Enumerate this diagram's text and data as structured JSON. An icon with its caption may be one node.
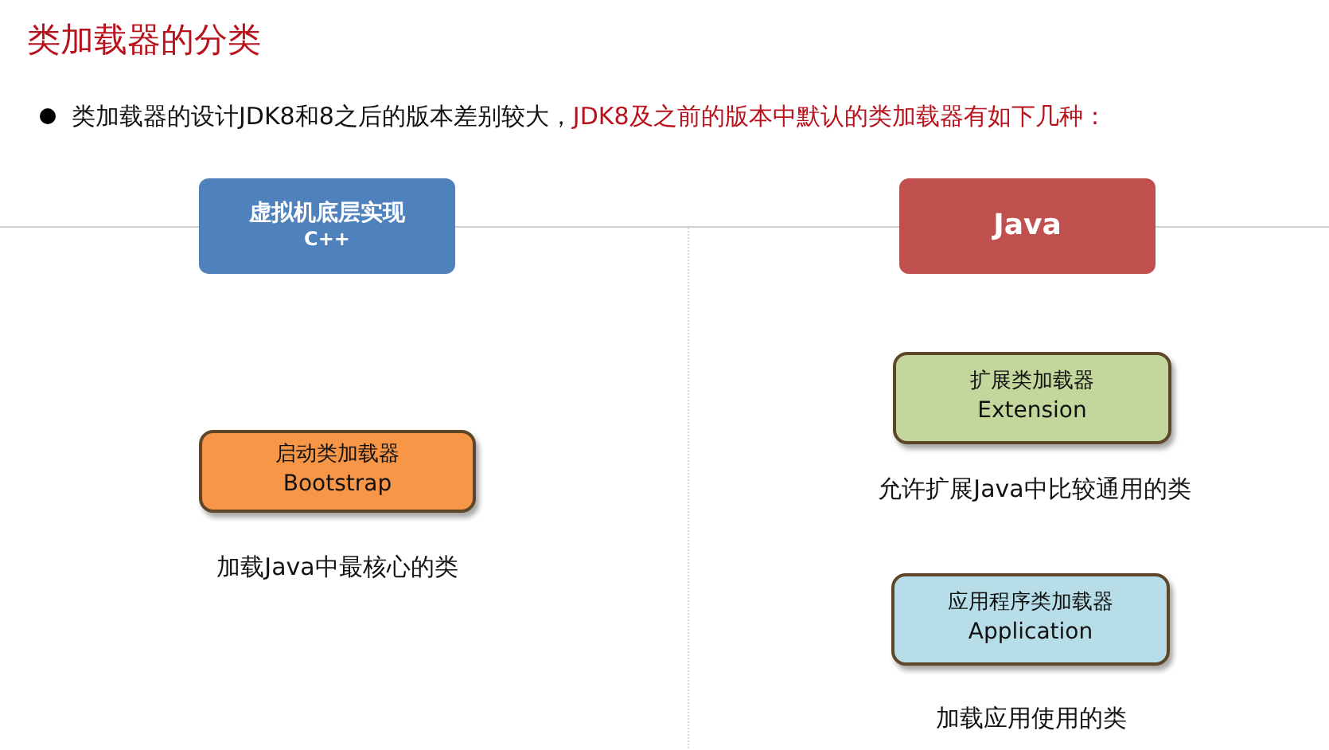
{
  "diagram": {
    "title": "类加载器的分类",
    "nodes": [
      {
        "text": [
          "虚拟机底层实现",
          "C++"
        ]
      },
      {
        "text": [
          "Java"
        ]
      },
      {
        "text": [
          "启动类加载器",
          "Bootstrap"
        ],
        "beside": [
          "加载Java中最核心的类"
        ]
      },
      {
        "text": [
          "扩展类加载器",
          "Extension"
        ],
        "beside": [
          "允许扩展Java中比较通用的类"
        ]
      },
      {
        "text": [
          "应用程序类加载器",
          "Application"
        ],
        "beside": [
          "加载应用使用的类"
        ]
      }
    ],
    "labels": [
      "类加载器的设计JDK8和8之后的版本差别较大，",
      "JDK8及之前的版本中默认的类加载器有如下几种："
    ]
  }
}
